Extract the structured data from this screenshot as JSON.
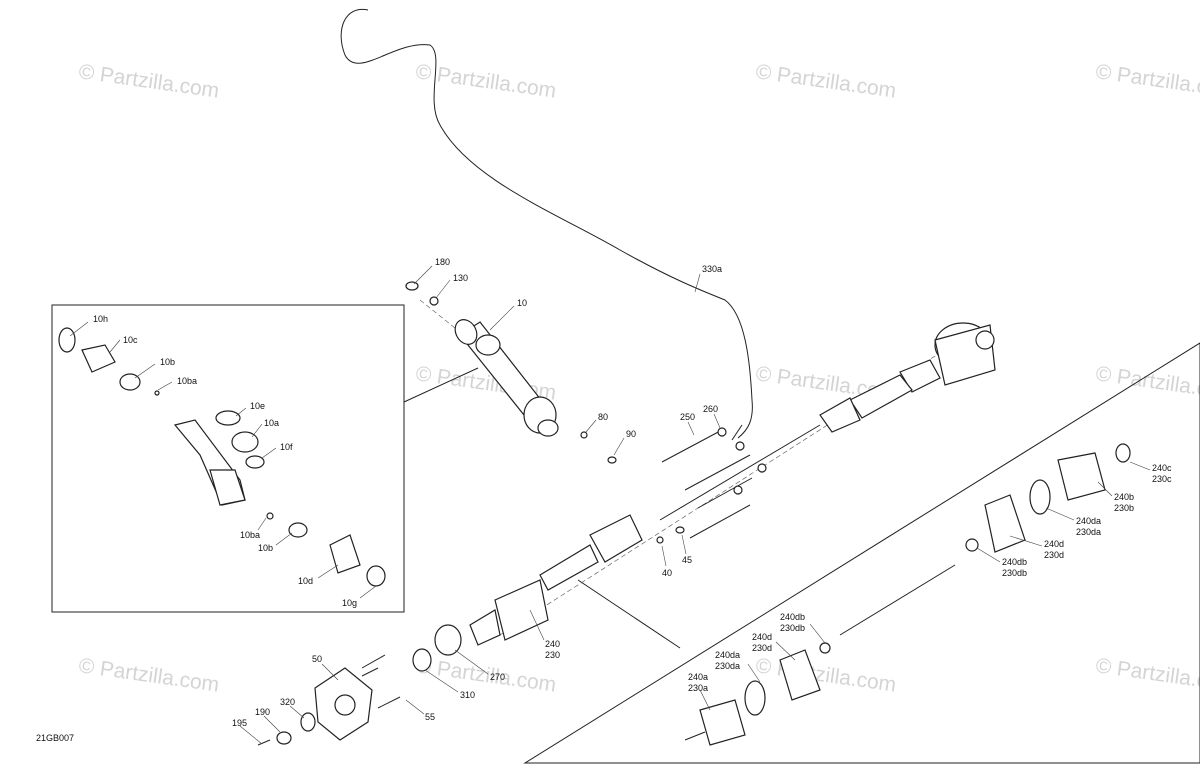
{
  "diagram": {
    "code": "21GB007",
    "watermark_text": "© Partzilla.com",
    "callouts": {
      "c10h": "10h",
      "c10c": "10c",
      "c10b_top": "10b",
      "c10ba_top": "10ba",
      "c10e": "10e",
      "c10a": "10a",
      "c10f": "10f",
      "c10ba_bot": "10ba",
      "c10b_bot": "10b",
      "c10d": "10d",
      "c10g": "10g",
      "c180": "180",
      "c130": "130",
      "c10": "10",
      "c330a": "330a",
      "c80": "80",
      "c90": "90",
      "c250": "250",
      "c260": "260",
      "c40": "40",
      "c45": "45",
      "c240": "240",
      "c230": "230",
      "c270": "270",
      "c310": "310",
      "c50": "50",
      "c55": "55",
      "c320": "320",
      "c190": "190",
      "c195": "195",
      "c240c": "240c",
      "c230c": "230c",
      "c240b": "240b",
      "c230b": "230b",
      "c240da_r": "240da",
      "c230da_r": "230da",
      "c240d_r": "240d",
      "c230d_r": "230d",
      "c240db_r": "240db",
      "c230db_r": "230db",
      "c240db_l": "240db",
      "c230db_l": "230db",
      "c240d_l": "240d",
      "c230d_l": "230d",
      "c240da_l": "240da",
      "c230da_l": "230da",
      "c240a": "240a",
      "c230a": "230a"
    }
  }
}
